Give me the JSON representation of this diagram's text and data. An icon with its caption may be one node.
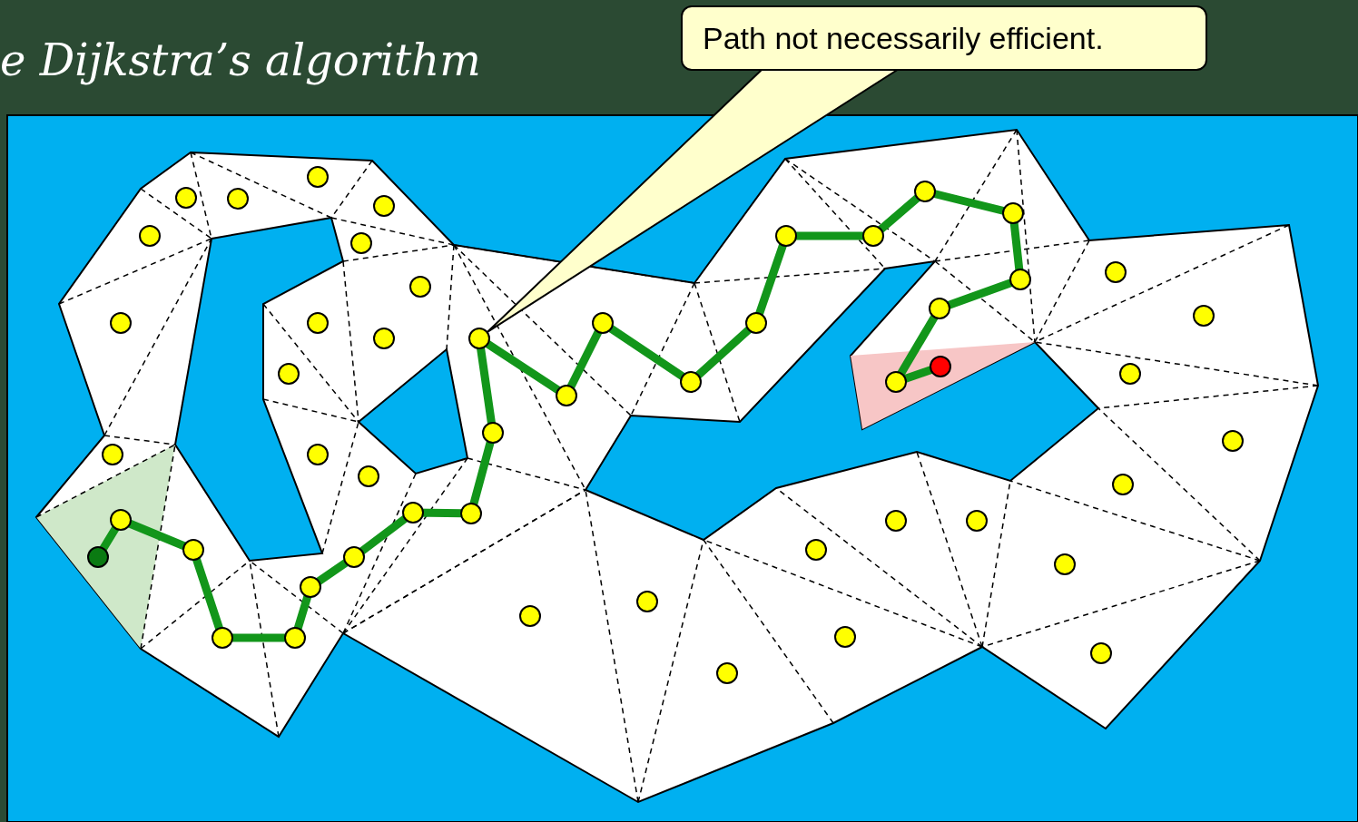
{
  "diagram": {
    "title": "e Dijkstra’s algorithm",
    "nodes": [
      {
        "text": [
          "Path not necessarily efficient."
        ]
      },
      {
        "text": [],
        "shape": "circle"
      }
    ],
    "edges": [
      {
        "from": 0,
        "to": 1,
        "arrow": "none"
      }
    ]
  }
}
